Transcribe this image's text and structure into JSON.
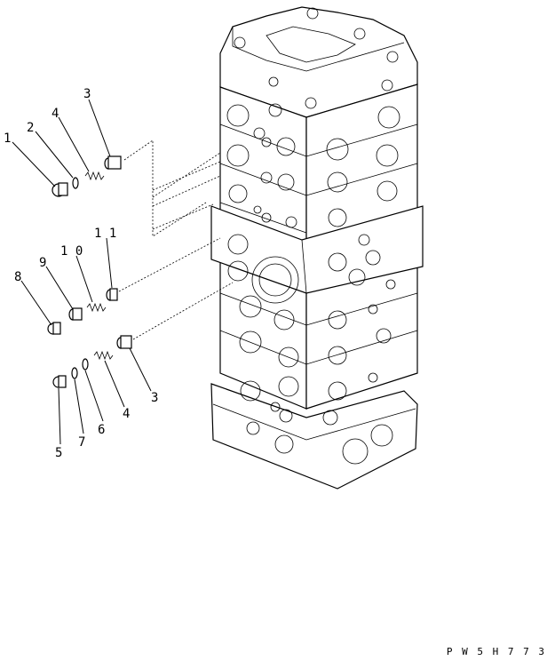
{
  "diagram": {
    "callouts": {
      "c1": "1",
      "c2": "2",
      "c3a": "3",
      "c4a": "4",
      "c8": "8",
      "c9": "9",
      "c10": "1 0",
      "c11": "1 1",
      "c5": "5",
      "c7": "7",
      "c6": "6",
      "c4b": "4",
      "c3b": "3"
    },
    "drawing_code": "P W 5 H 7 7 3"
  }
}
